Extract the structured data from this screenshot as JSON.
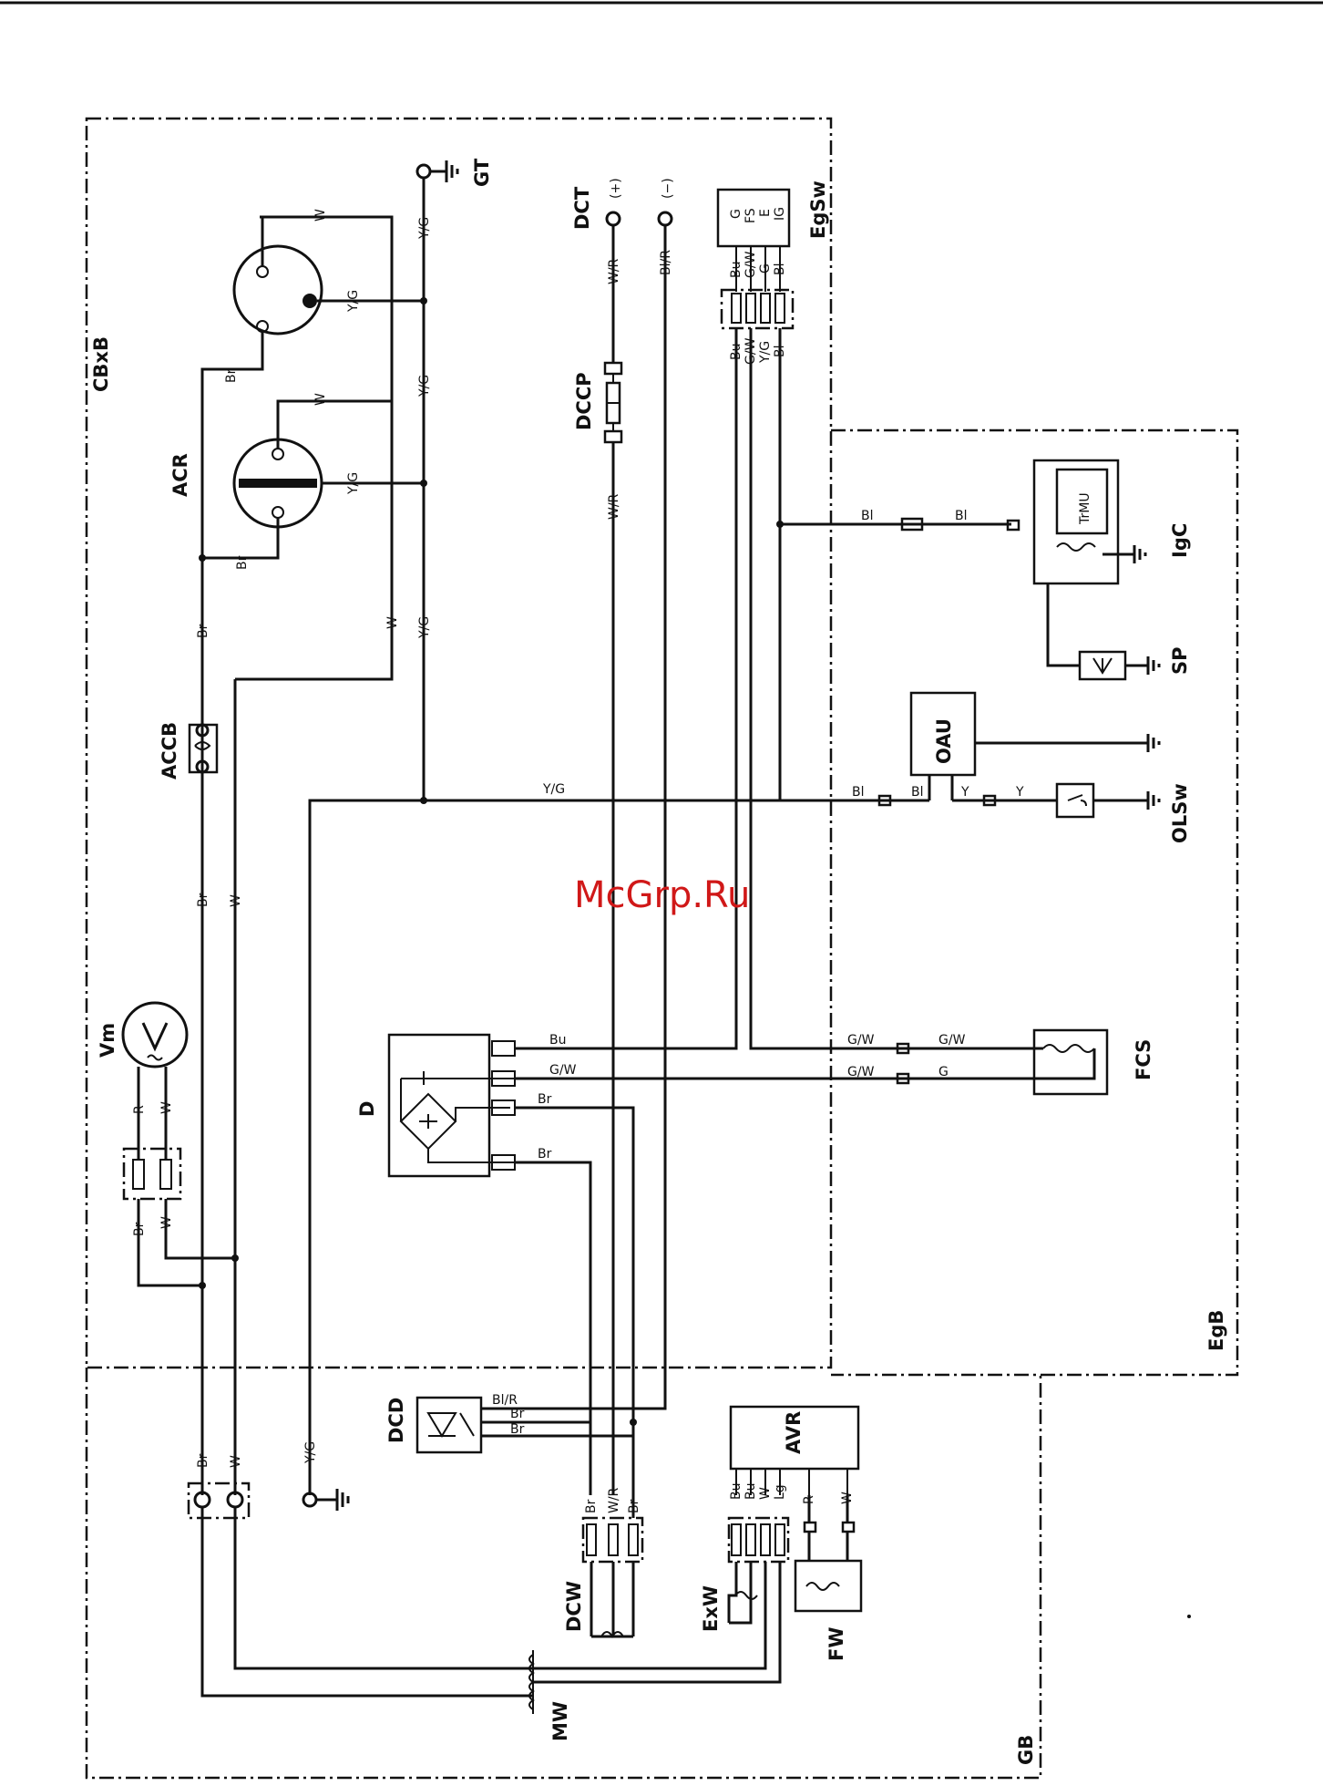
{
  "watermark": "McGrp.Ru",
  "areas": {
    "control_box": "CBxB",
    "engine_block": "EgB",
    "generator_block": "GB"
  },
  "components": {
    "vm": "Vm",
    "accb": "ACCB",
    "acr": "ACR",
    "gt": "GT",
    "dct": "DCT",
    "dct_plus": "(+)",
    "dct_minus": "(−)",
    "dccp": "DCCP",
    "egsw": "EgSw",
    "igc": "IgC",
    "tmu": "TrMU",
    "sp": "SP",
    "oau": "OAU",
    "olsw": "OLSw",
    "d": "D",
    "fcs": "FCS",
    "dcd": "DCD",
    "avr": "AVR",
    "dcw": "DCW",
    "exw": "ExW",
    "fw": "FW",
    "mw": "MW"
  },
  "wire_codes": {
    "br": "Br",
    "w": "W",
    "yg": "Y/G",
    "wr": "W/R",
    "blr": "Bl/R",
    "bl": "Bl",
    "bu": "Bu",
    "gw": "G/W",
    "g": "G",
    "y": "Y",
    "r": "R",
    "lg": "Lg",
    "fs": "FS",
    "e": "E",
    "ig": "IG"
  }
}
